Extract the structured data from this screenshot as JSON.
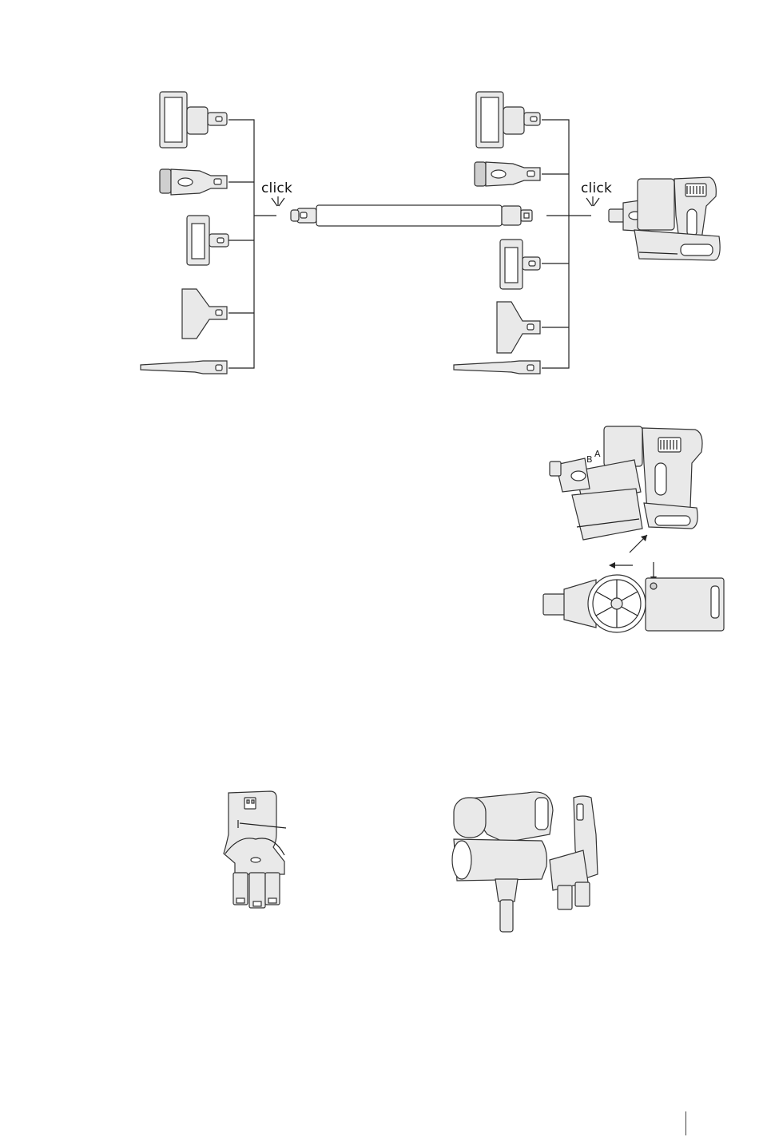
{
  "figure1": {
    "click_left": "click",
    "click_right": "click"
  },
  "figure2": {
    "label_a": "A",
    "label_b": "B"
  },
  "colors": {
    "line": "#222222",
    "part_fill": "#e9e9e9",
    "dark_fill": "#cfcfcf"
  }
}
